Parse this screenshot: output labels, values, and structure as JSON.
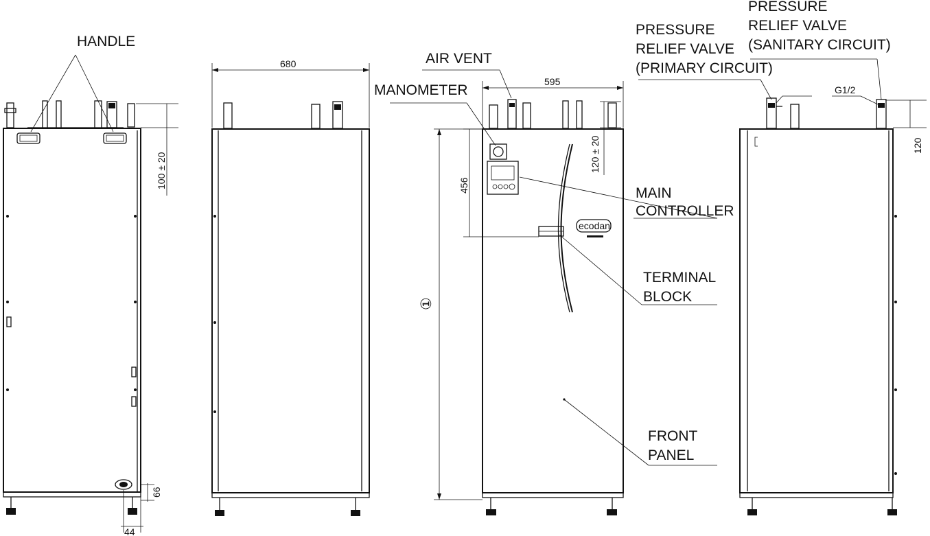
{
  "labels": {
    "handle": "HANDLE",
    "air_vent": "AIR VENT",
    "manometer": "MANOMETER",
    "prv_primary_1": "PRESSURE",
    "prv_primary_2": "RELIEF VALVE",
    "prv_primary_3": "(PRIMARY CIRCUIT)",
    "prv_sanitary_1": "PRESSURE",
    "prv_sanitary_2": "RELIEF VALVE",
    "prv_sanitary_3": "(SANITARY CIRCUIT)",
    "main_controller_1": "MAIN",
    "main_controller_2": "CONTROLLER",
    "terminal_block_1": "TERMINAL",
    "terminal_block_2": "BLOCK",
    "front_panel_1": "FRONT",
    "front_panel_2": "PANEL",
    "brand": "ecodan"
  },
  "dimensions": {
    "depth": "680",
    "width": "595",
    "handle_height": "100 ± 20",
    "top_fitting_height": "120 ± 20",
    "controller_height": "456",
    "overall_height": "①",
    "bottom_fitting": "66",
    "bottom_offset": "44",
    "side_fitting": "120",
    "thread": "G1/2"
  }
}
